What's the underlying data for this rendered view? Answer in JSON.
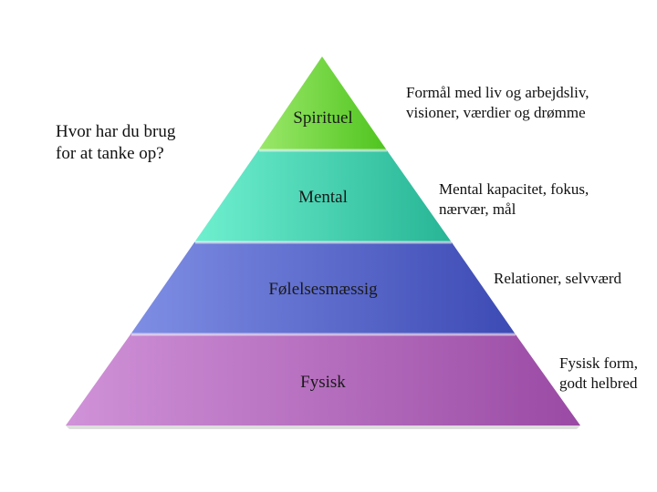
{
  "question": {
    "line1": "Hvor har du brug",
    "line2": "for at tanke op?"
  },
  "levels": [
    {
      "label": "Spirituel",
      "note_line1": "Formål med liv og arbejdsliv,",
      "note_line2": "visioner, værdier og drømme",
      "color_light": "#9be86a",
      "color_dark": "#4fc41e"
    },
    {
      "label": "Mental",
      "note_line1": "Mental kapacitet, fokus,",
      "note_line2": "nærvær, mål",
      "color_light": "#6ff0cf",
      "color_dark": "#26b595"
    },
    {
      "label": "Følelsesmæssig",
      "note_line1": "Relationer, selvværd",
      "note_line2": "",
      "color_light": "#7f8ee4",
      "color_dark": "#3c4ab4"
    },
    {
      "label": "Fysisk",
      "note_line1": "Fysisk form,",
      "note_line2": "godt helbred",
      "color_light": "#d092d8",
      "color_dark": "#9a4aa4"
    }
  ]
}
